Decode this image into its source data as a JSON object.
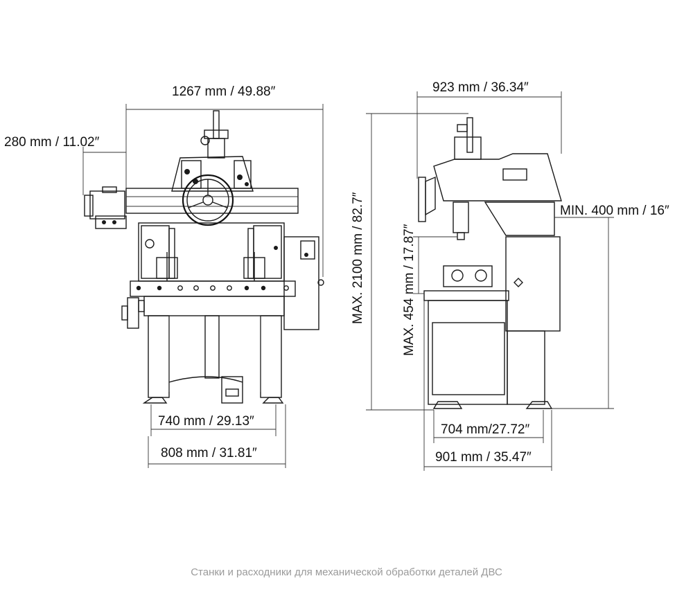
{
  "front_view": {
    "width_overall": "1267 mm / 49.88″",
    "motor_offset": "280 mm / 11.02″",
    "table_width": "740 mm / 29.13″",
    "base_width": "808 mm / 31.81″"
  },
  "side_view": {
    "depth_overall": "923 mm / 36.34″",
    "max_height": "MAX. 2100 mm / 82.7″",
    "max_stroke": "MAX. 454 mm / 17.87″",
    "min_clearance": "MIN. 400 mm / 16″",
    "base_depth": "704 mm/27.72″",
    "foot_depth": "901 mm / 35.47″"
  },
  "caption": "Станки и расходники для механической обработки деталей ДВС"
}
